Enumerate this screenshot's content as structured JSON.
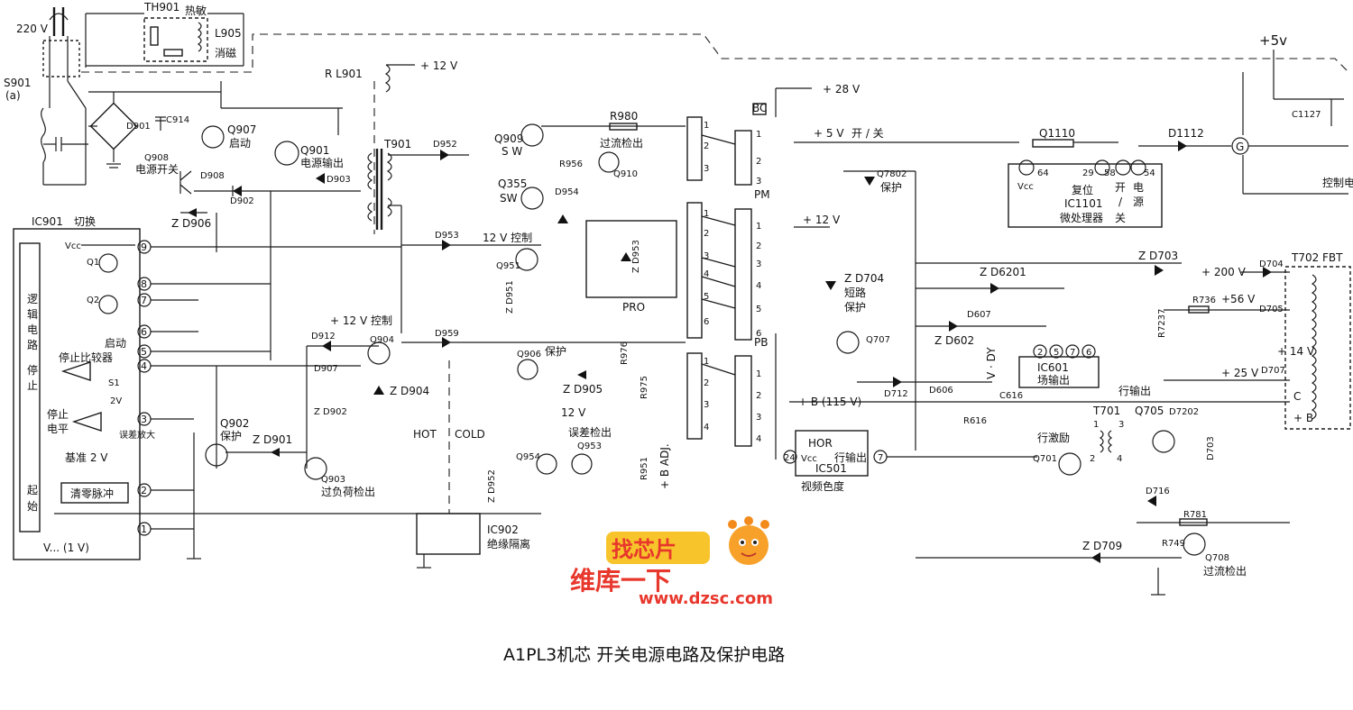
{
  "title": "A1PL3机芯 开关电源电路及保护电路",
  "watermark": {
    "logo_text": "找芯片",
    "slogan": "维库一下",
    "url": "www.dzsc.com"
  },
  "colors": {
    "ink": "#1a1a1a",
    "logo_orange": "#f28a1c",
    "logo_red": "#e8372c",
    "logo_yellow": "#f7c52b"
  },
  "labels": {
    "v220": "220 V",
    "s901": "S901",
    "s901a": "(a)",
    "th901": "TH901",
    "thermistor": "热敏",
    "l905": "L905",
    "degauss": "消磁",
    "rl901": "R L901",
    "v12_top": "+ 12 V",
    "v28": "+ 28 V",
    "d901": "D901",
    "c914": "C914",
    "q907": "Q907",
    "start": "启动",
    "q908": "Q908",
    "power_switch": "电源开关",
    "d908": "D908",
    "d902": "D902",
    "zd906": "Z D906",
    "q901": "Q901",
    "power_out": "电源输出",
    "d903": "D903",
    "t901": "T901",
    "d952": "D952",
    "q909": "Q909",
    "sw1": "S W",
    "r980": "R980",
    "overcurrent": "过流检出",
    "r956": "R956",
    "q910": "Q910",
    "q355": "Q355",
    "sw2": "SW",
    "d954": "D954",
    "bc": "BC",
    "pm": "PM",
    "pb": "PB",
    "v5": "+ 5 V",
    "onoff": "开 / 关",
    "q1110": "Q1110",
    "d1112": "D1112",
    "v5_top": "+5v",
    "c1127": "C1127",
    "ctrl_power": "控制电",
    "q7802": "Q7802",
    "protect1": "保护",
    "v12_mid": "+ 12 V",
    "vcc_mcu": "Vcc",
    "reset": "复位",
    "ic1101": "IC1101",
    "mcu": "微处理器",
    "pwr_open": "开",
    "pwr_slash": "/",
    "pwr_close": "关",
    "pwr_src1": "电",
    "pwr_src2": "源",
    "p64": "64",
    "p29": "29",
    "p58": "58",
    "p54": "54",
    "g": "G",
    "ic901": "IC901",
    "switch": "切换",
    "vcc": "Vcc",
    "q1": "Q1",
    "q2": "Q2",
    "logic1": "逻",
    "logic2": "辑",
    "logic3": "电",
    "logic4": "路",
    "stop1": "停",
    "stop2": "止",
    "stop_comp": "停止比较器",
    "s1": "S1",
    "v2": "2V",
    "stop_level": "停止",
    "level": "电平",
    "ref2v": "基准 2 V",
    "err_amp": "误差放大",
    "start_side1": "起",
    "start_side2": "始",
    "zero_pulse": "清零脉冲",
    "vcc_bottom": "V... (1 V)",
    "start_label": "启动",
    "pin9": "9",
    "pin8": "8",
    "pin7": "7",
    "pin6": "6",
    "pin5": "5",
    "pin4": "4",
    "pin3": "3",
    "pin2": "2",
    "pin1": "1",
    "d953": "D953",
    "v12_ctrl": "12 V  控制",
    "q951": "Q951",
    "zd951": "Z D951",
    "zd953": "Z D953",
    "pro": "PRO",
    "d912": "D912",
    "v12_ctrl2": "+ 12 V  控制",
    "q904": "Q904",
    "d907": "D907",
    "zd902": "Z D902",
    "zd904": "Z D904",
    "q902": "Q902",
    "protect2": "保护",
    "zd901": "Z D901",
    "q903": "Q903",
    "overload": "过负荷检出",
    "d959": "D959",
    "q906": "Q906",
    "protect3": "保护",
    "zd905": "Z D905",
    "r976": "R976",
    "r975": "R975",
    "hot": "HOT",
    "cold": "COLD",
    "v12_err": "12 V",
    "err_detect": "误差检出",
    "zd952": "Z D952",
    "q954": "Q954",
    "q953": "Q953",
    "r951": "R951",
    "badj": "+ B ADJ.",
    "ic902": "IC902",
    "isolation": "绝缘隔离",
    "zd704": "Z D704",
    "short": "短路",
    "protect4": "保护",
    "q707": "Q707",
    "zd6201": "Z D6201",
    "d607": "D607",
    "zd602": "Z D602",
    "vdy": "V · DY",
    "ic601": "IC601",
    "vert_out": "场输出",
    "pin25": "2",
    "pin27": "5",
    "pin28": "7",
    "pin26": "6",
    "horiz_out": "行输出",
    "d712": "D712",
    "c616": "C616",
    "d606": "D606",
    "r616": "R616",
    "b115": "+ B (115 V)",
    "hor": "HOR",
    "vcc_ic501": "Vcc",
    "pin24": "24",
    "ic501": "IC501",
    "hout": "行输出",
    "pin7b": "7",
    "video": "视频色度",
    "zd703": "Z D703",
    "v200": "+ 200 V",
    "d704": "D704",
    "t702": "T702",
    "fbt": "FBT",
    "r736": "R736",
    "v56": "+56 V",
    "d705": "D705",
    "r7237": "R7237",
    "v14": "+ 14 V",
    "v25": "+ 25 V",
    "d707": "D707",
    "c": "C",
    "b": "+ B",
    "t701": "T701",
    "q705": "Q705",
    "d7202": "D7202",
    "d703": "D703",
    "h_drive": "行激励",
    "q701": "Q701",
    "t1": "1",
    "t3": "3",
    "t2": "2",
    "t4": "4",
    "d716": "D716",
    "r781": "R781",
    "r749": "R749",
    "zd709": "Z D709",
    "q708": "Q708",
    "oc_detect": "过流检出",
    "conn_a": [
      "1",
      "2",
      "3"
    ],
    "conn_b": [
      "1",
      "2",
      "3",
      "4",
      "5",
      "6"
    ],
    "conn_c": [
      "1",
      "2",
      "3",
      "4"
    ],
    "conn_right": [
      "1",
      "2",
      "3"
    ],
    "conn_pm": [
      "1",
      "2",
      "3",
      "4",
      "5",
      "6"
    ],
    "conn_pb": [
      "1",
      "2",
      "3",
      "4"
    ]
  }
}
